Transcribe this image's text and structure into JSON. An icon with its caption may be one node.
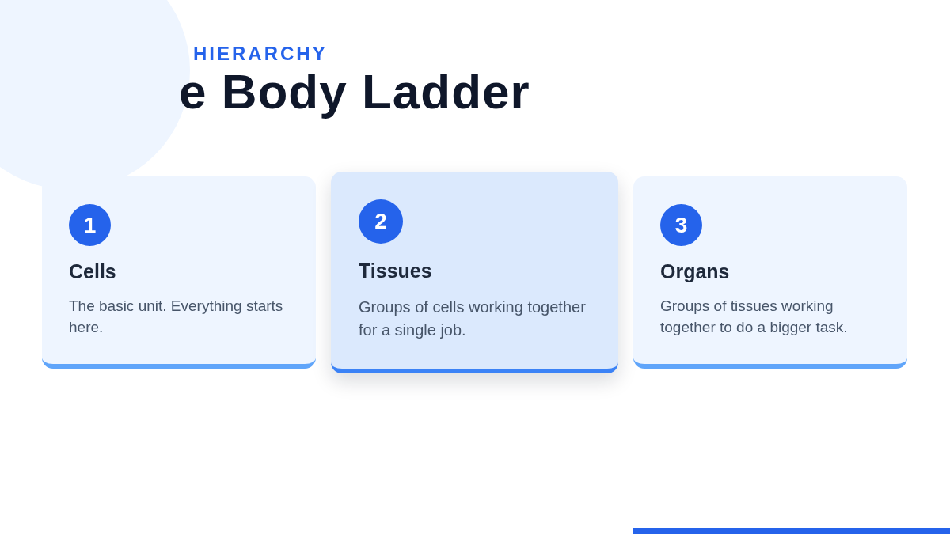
{
  "diagram": {
    "title": "e Body Ladder",
    "labels": [
      "HIERARCHY"
    ],
    "nodes": [
      {
        "text": [
          "Cells",
          "The basic unit. Everything starts here."
        ]
      },
      {
        "text": [
          "1"
        ],
        "in": 0
      },
      {
        "text": [
          "Tissues",
          "Groups of cells working together for a single job."
        ]
      },
      {
        "text": [
          "2"
        ],
        "in": 2
      },
      {
        "text": [
          "Organs",
          "Groups of tissues working together to do a bigger task."
        ]
      },
      {
        "text": [
          "3"
        ],
        "in": 4
      }
    ],
    "edges": []
  }
}
